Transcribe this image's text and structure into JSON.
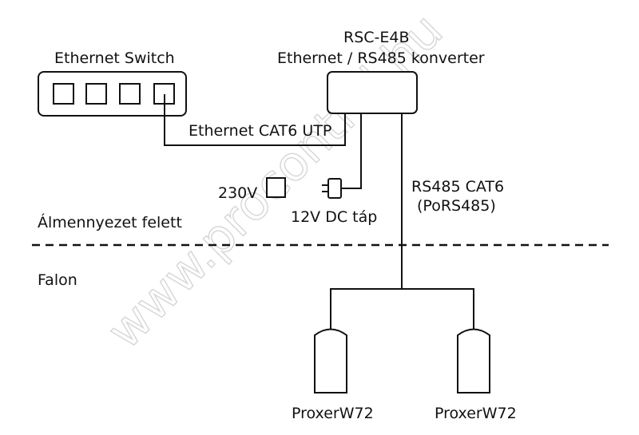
{
  "watermark": "www.procontrol.hu",
  "switch": {
    "label": "Ethernet Switch"
  },
  "converter": {
    "title": "RSC-E4B",
    "subtitle": "Ethernet / RS485 konverter"
  },
  "cables": {
    "ethernet": "Ethernet CAT6 UTP",
    "rs485_line1": "RS485 CAT6",
    "rs485_line2": "(PoRS485)"
  },
  "power": {
    "mains": "230V",
    "psu": "12V DC táp"
  },
  "zones": {
    "above": "Álmennyezet felett",
    "wall": "Falon"
  },
  "readers": [
    {
      "label": "ProxerW72"
    },
    {
      "label": "ProxerW72"
    }
  ]
}
